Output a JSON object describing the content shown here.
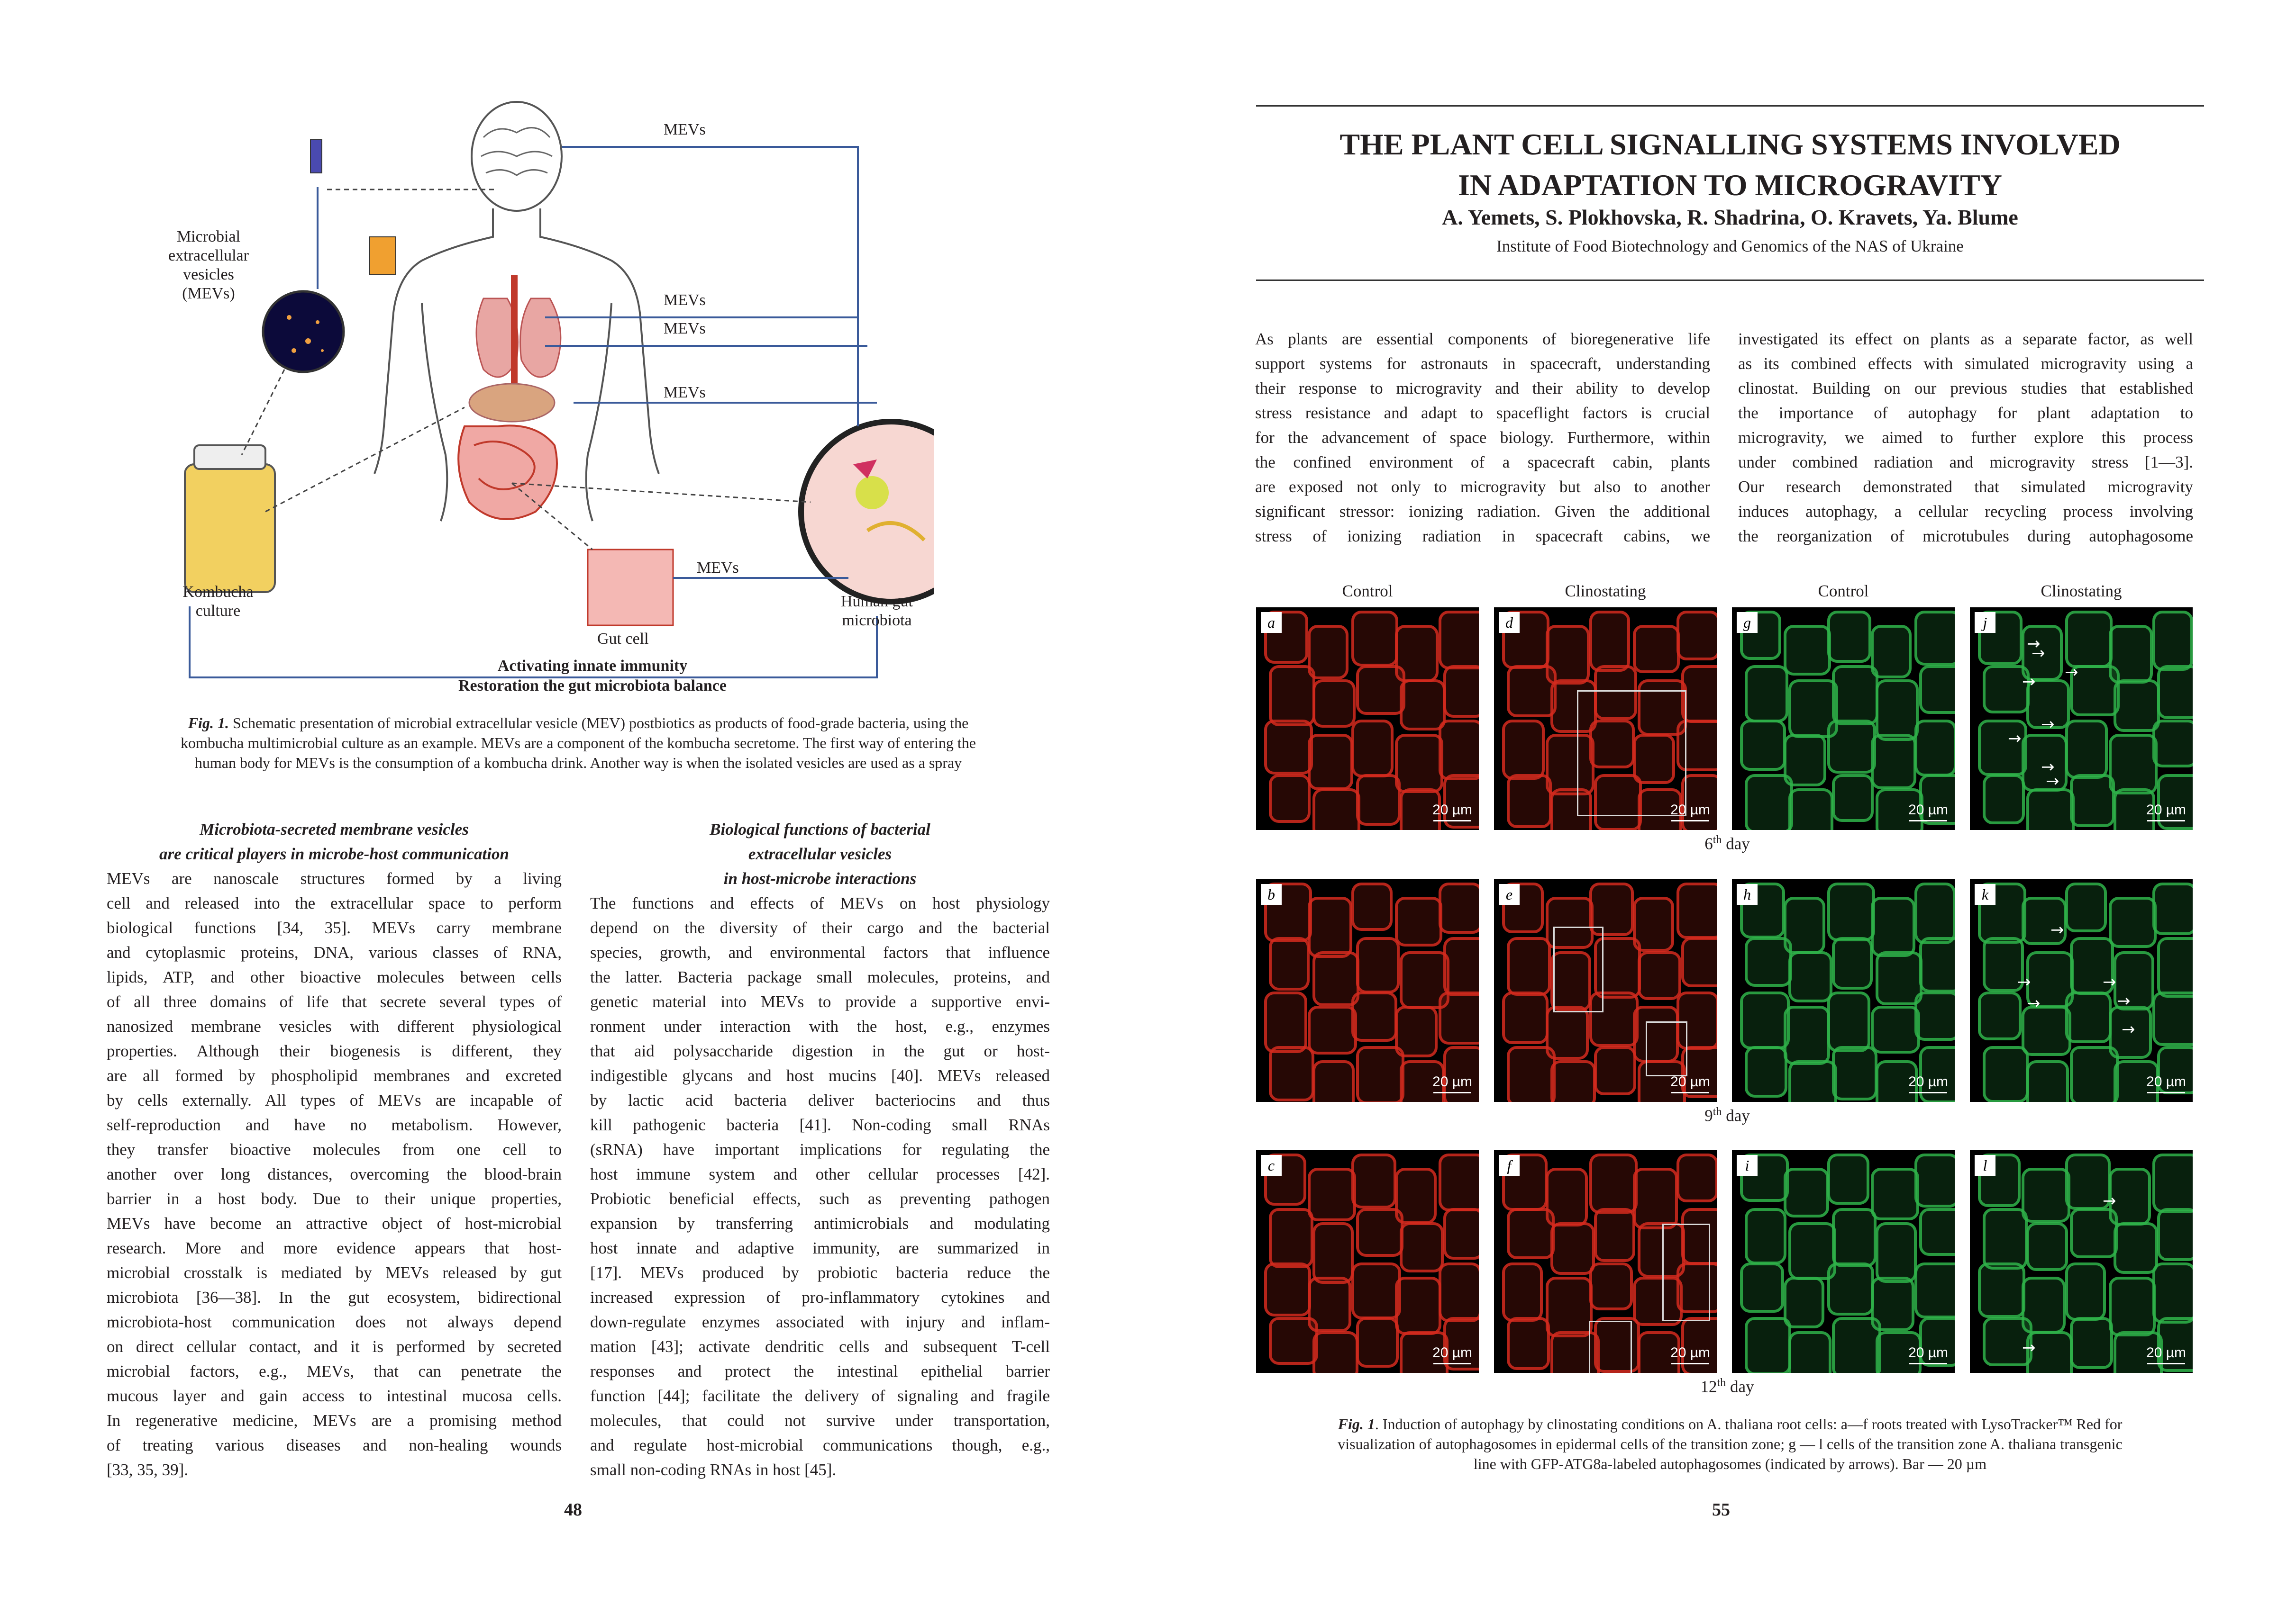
{
  "left_page": {
    "figure": {
      "labels": {
        "mevs": "MEVs",
        "microbial_vesicles": [
          "Microbial",
          "extracellular",
          "vesicles",
          "(MEVs)"
        ],
        "kombucha": [
          "Kombucha",
          "culture"
        ],
        "gut_cell": "Gut cell",
        "human_gut": [
          "Human gut",
          "microbiota"
        ],
        "activating": "Activating innate immunity",
        "restoration": "Restoration the gut microbiota balance"
      },
      "caption_label": "Fig. 1.",
      "caption_lines": [
        "Schematic presentation of microbial extracellular vesicle (MEV) postbiotics as products of food-grade bacteria, using the",
        "kombucha multimicrobial culture as an example. MEVs are a component of the kombucha secretome. The first way of entering the",
        "human body for MEVs is the consumption of a kombucha drink. Another way is when the isolated vesicles are used as a spray"
      ]
    },
    "col1": {
      "heading": [
        "Microbiota-secreted membrane vesicles",
        "are critical players in microbe-host communication"
      ],
      "lines": [
        "MEVs are nanoscale structures formed by a living",
        "cell and released into the extracellular space to perform",
        "biological functions [34, 35]. MEVs carry membrane",
        "and cytoplasmic proteins, DNA, various classes of RNA,",
        "lipids, ATP, and other bioactive molecules between cells",
        "of all three domains of life that secrete several types of",
        "nanosized membrane vesicles with different physiological",
        "properties. Although their biogenesis is different, they",
        "are all formed by phospholipid membranes and excreted",
        "by cells externally. All types of MEVs are incapable of",
        "self-reproduction and have no metabolism. However,",
        "they transfer bioactive molecules from one cell to",
        "another over long distances, overcoming the blood-brain",
        "barrier in a host body. Due to their unique properties,",
        "MEVs have become an attractive object of host-microbial",
        "research. More and more evidence appears that host-",
        "microbial crosstalk is mediated by MEVs released by gut",
        "microbiota [36—38]. In the gut ecosystem, bidirectional",
        "microbiota-host communication does not always depend",
        "on direct cellular contact, and it is performed by secreted",
        "microbial factors, e.g., MEVs, that can penetrate the",
        "mucous layer and gain access to intestinal mucosa cells.",
        "In regenerative medicine, MEVs are a promising method",
        "of treating various diseases and non-healing wounds",
        "[33, 35, 39]."
      ]
    },
    "col2": {
      "heading": [
        "Biological functions of bacterial",
        "extracellular vesicles",
        "in host-microbe interactions"
      ],
      "lines": [
        "The functions and effects of MEVs on host physiology",
        "depend on the diversity of their cargo and the bacterial",
        "species, growth, and environmental factors that influence",
        "the latter. Bacteria package small molecules, proteins, and",
        "genetic material into MEVs to provide a supportive envi-",
        "ronment under interaction with the host, e.g., enzymes",
        "that aid polysaccharide digestion in the gut or host-",
        "indigestible glycans and host mucins [40]. MEVs released",
        "by lactic acid bacteria deliver bacteriocins and thus",
        "kill pathogenic bacteria [41]. Non-coding small RNAs",
        "(sRNA) have important implications for regulating the",
        "host immune system and other cellular processes [42].",
        "Probiotic beneficial effects, such as preventing pathogen",
        "expansion by transferring antimicrobials and modulating",
        "host innate and adaptive immunity, are summarized in",
        "[17]. MEVs produced by probiotic bacteria reduce the",
        "increased expression of pro-inflammatory cytokines and",
        "down-regulate enzymes associated with injury and inflam-",
        "mation [43]; activate dendritic cells and subsequent T-cell",
        "responses and protect the intestinal epithelial barrier",
        "function [44]; facilitate the delivery of signaling and fragile",
        "molecules, that could not survive under transportation,",
        "and regulate host-microbial communications though, e.g.,",
        "small non-coding RNAs in host [45]."
      ]
    },
    "page_number": "48"
  },
  "right_page": {
    "title_lines": [
      "THE PLANT CELL SIGNALLING SYSTEMS INVOLVED",
      "IN ADAPTATION TO MICROGRAVITY"
    ],
    "authors": "A. Yemets, S. Plokhovska, R. Shadrina, O. Kravets, Ya. Blume",
    "affiliation": "Institute of Food Biotechnology and Genomics of the NAS of Ukraine",
    "col1": [
      "As plants are essential components of bioregenerative life",
      "support systems for astronauts in spacecraft, understanding",
      "their response to microgravity and their ability to develop",
      "stress resistance and adapt to spaceflight factors is crucial",
      "for the advancement of space biology. Furthermore, within",
      "the confined environment of a spacecraft cabin, plants",
      "are exposed not only to microgravity but also to another",
      "significant stressor: ionizing radiation. Given the additional",
      "stress of ionizing radiation in spacecraft cabins, we"
    ],
    "col2": [
      "investigated its effect on plants as a separate factor, as well",
      "as its combined effects with simulated microgravity using a",
      "clinostat. Building on our previous studies that established",
      "the importance of autophagy for plant adaptation to",
      "microgravity, we aimed to further explore this process",
      "under combined radiation and microgravity stress [1—3].",
      "Our research demonstrated that simulated microgravity",
      "induces autophagy, a cellular recycling process involving",
      "the reorganization of microtubules during autophagosome"
    ],
    "figure": {
      "column_headers": [
        "Control",
        "Clinostating",
        "Control",
        "Clinostating"
      ],
      "rows": [
        {
          "panels": [
            "a",
            "d",
            "g",
            "j"
          ],
          "day_num": "6",
          "day_sup": "th",
          "day_word": " day"
        },
        {
          "panels": [
            "b",
            "e",
            "h",
            "k"
          ],
          "day_num": "9",
          "day_sup": "th",
          "day_word": " day"
        },
        {
          "panels": [
            "c",
            "f",
            "i",
            "l"
          ],
          "day_num": "12",
          "day_sup": "th",
          "day_word": " day"
        }
      ],
      "scale_text": "20 µm",
      "caption_label": "Fig. 1",
      "caption_lines": [
        ". Induction of autophagy by clinostating conditions on A. thaliana root cells: a—f roots treated with LysoTracker™ Red for",
        "visualization of autophagosomes in epidermal cells of the transition zone; g — l cells of the transition zone A. thaliana transgenic",
        "line with GFP-ATG8a-labeled autophagosomes (indicated by arrows). Bar — 20 µm"
      ],
      "colors": {
        "red_stain": "#d42a1e",
        "green_stain": "#2fb34a"
      }
    },
    "page_number": "55"
  }
}
